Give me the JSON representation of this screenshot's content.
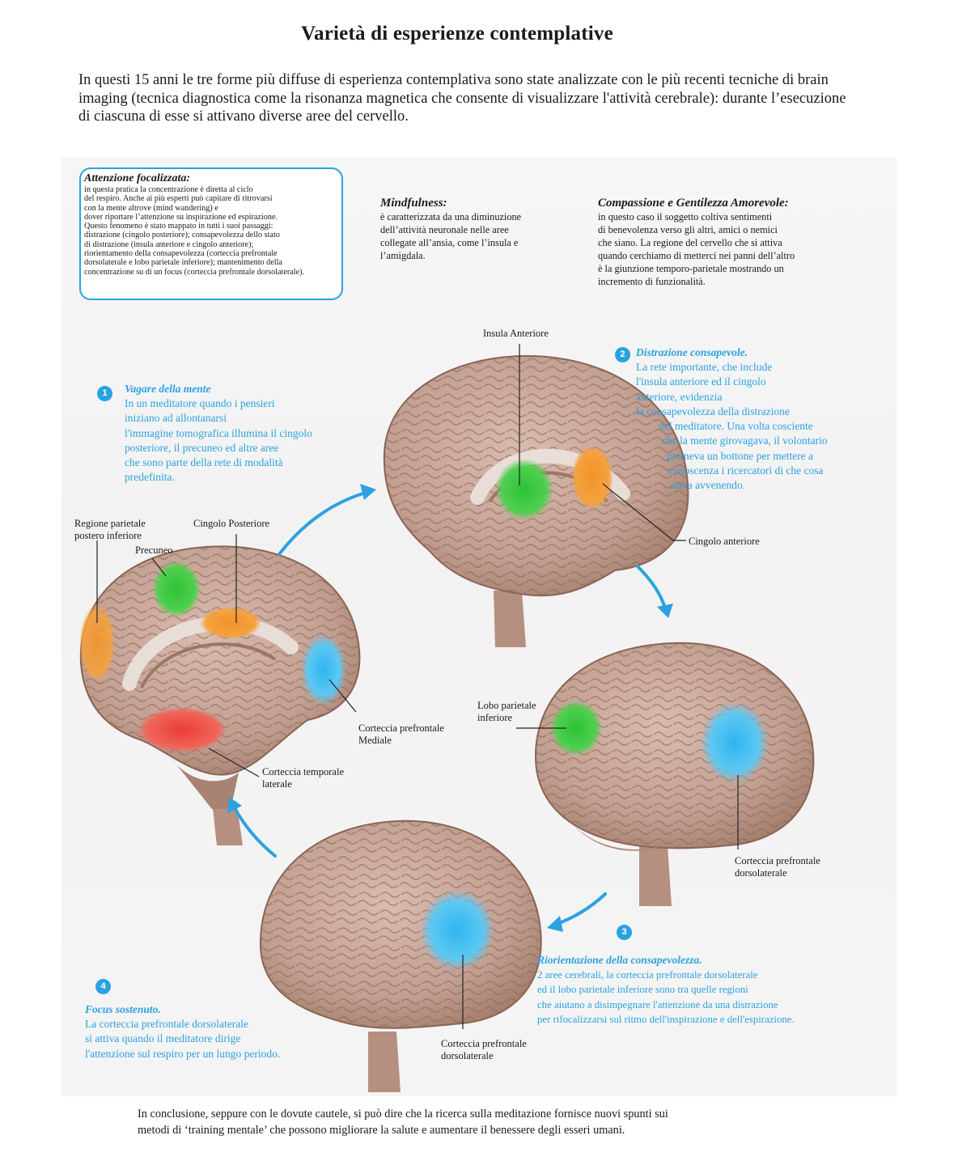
{
  "title": "Varietà di esperienze contemplative",
  "intro": "In questi 15 anni le tre forme più diffuse di esperienza contemplativa sono state analizzate con le più recenti tecniche di brain imaging (tecnica diagnostica come la risonanza magnetica che consente di visualizzare l'attività cerebrale): durante l’esecuzione di ciascuna di esse si attivano diverse aree del cervello.",
  "attention_box": {
    "title": "Attenzione focalizzata:",
    "lines": [
      "in questa pratica la concentrazione è diretta al ciclo",
      "del respiro. Anche ai più esperti può capitare di ritrovarsi",
      "con la mente altrove (mind wandering) e",
      "dover riportare l’attenzione su inspirazione ed espirazione.",
      "Questo fenomeno è stato mappato in tutti i suoi passaggi:",
      "distrazione (cingolo posteriore); consapevolezza dello stato",
      "di distrazione (insula anteriore e cingolo anteriore);",
      "riorientamento della consapevolezza (corteccia prefrontale",
      "dorsolaterale e lobo parietale inferiore); mantenimento della",
      "concentrazione su di un focus (corteccia prefrontale dorsolaterale)."
    ]
  },
  "mindfulness": {
    "title": "Mindfulness:",
    "lines": [
      "è caratterizzata da una diminuzione",
      "dell’attività neuronale nelle aree",
      "collegate all’ansia, come l’insula e",
      "l’amigdala."
    ]
  },
  "compassion": {
    "title": "Compassione e Gentilezza Amorevole:",
    "lines": [
      "in questo caso il soggetto coltiva sentimenti",
      "di benevolenza verso gli altri, amici o nemici",
      "che siano. La regione del cervello che si attiva",
      "quando cerchiamo di metterci nei panni dell’altro",
      "è la giunzione temporo-parietale mostrando un",
      "incremento di funzionalità."
    ]
  },
  "steps": [
    {
      "number": "1",
      "title": "Vagare della mente",
      "lines": [
        "In un meditatore quando i pensieri",
        "iniziano ad allontanarsi",
        "l'immagine tomografica illumina il cingolo",
        "posteriore, il precuneo ed altre aree",
        "che sono parte della rete di modalità",
        "predefinita."
      ]
    },
    {
      "number": "2",
      "title": "Distrazione consapevole.",
      "lines": [
        "La rete importante, che include",
        "l'insula anteriore ed il cingolo",
        "anteriore, evidenzia",
        "la consapevolezza della distrazione",
        "del meditatore. Una volta cosciente",
        "che la mente girovagava, il volontario",
        "premeva un bottone per mettere a",
        "conoscenza i ricercatori di che cosa",
        "stava avvenendo."
      ]
    },
    {
      "number": "3",
      "title": "Riorientazione della consapevolezza.",
      "lines": [
        "2 aree cerebrali, la corteccia prefrontale dorsolaterale",
        "ed il lobo parietale inferiore sono tra quelle regioni",
        "che aiutano a disimpegnare l'attenzione da una distrazione",
        "per rifocalizzarsi sul ritmo dell'inspirazione e dell'espirazione."
      ]
    },
    {
      "number": "4",
      "title": "Focus sostenuto.",
      "lines": [
        "La corteccia prefrontale dorsolaterale",
        "si attiva quando il meditatore dirige",
        "l'attenzione sul respiro per un lungo periodo."
      ]
    }
  ],
  "labels": {
    "parietale_l1": "Regione parietale",
    "parietale_l2": "postero inferiore",
    "cingolo_posteriore": "Cingolo Posteriore",
    "precuneo": "Precuneo",
    "prefrontale_mediale_l1": "Corteccia prefrontale",
    "prefrontale_mediale_l2": "Mediale",
    "temporale_l1": "Corteccia temporale",
    "temporale_l2": "laterale",
    "insula_anteriore": "Insula Anteriore",
    "cingolo_anteriore": "Cingolo anteriore",
    "lobo_parietale_l1": "Lobo parietale",
    "lobo_parietale_l2": "inferiore",
    "dorsolaterale3_l1": "Corteccia prefrontale",
    "dorsolaterale3_l2": "dorsolaterale",
    "dorsolaterale4_l1": "Corteccia prefrontale",
    "dorsolaterale4_l2": "dorsolaterale"
  },
  "conclusion": [
    "In conclusione, seppure con le dovute cautele, si può dire che la ricerca sulla meditazione fornisce nuovi spunti sui",
    "metodi di ‘training mentale’ che  possono migliorare la salute e aumentare il benessere degli esseri umani."
  ],
  "colors": {
    "accent_blue": "#2aa2e0",
    "brain": "#c4a193",
    "highlight_green": "#35c43a",
    "highlight_orange": "#f29a2e",
    "highlight_blue": "#52c0f0",
    "highlight_red": "#ec4a42"
  }
}
